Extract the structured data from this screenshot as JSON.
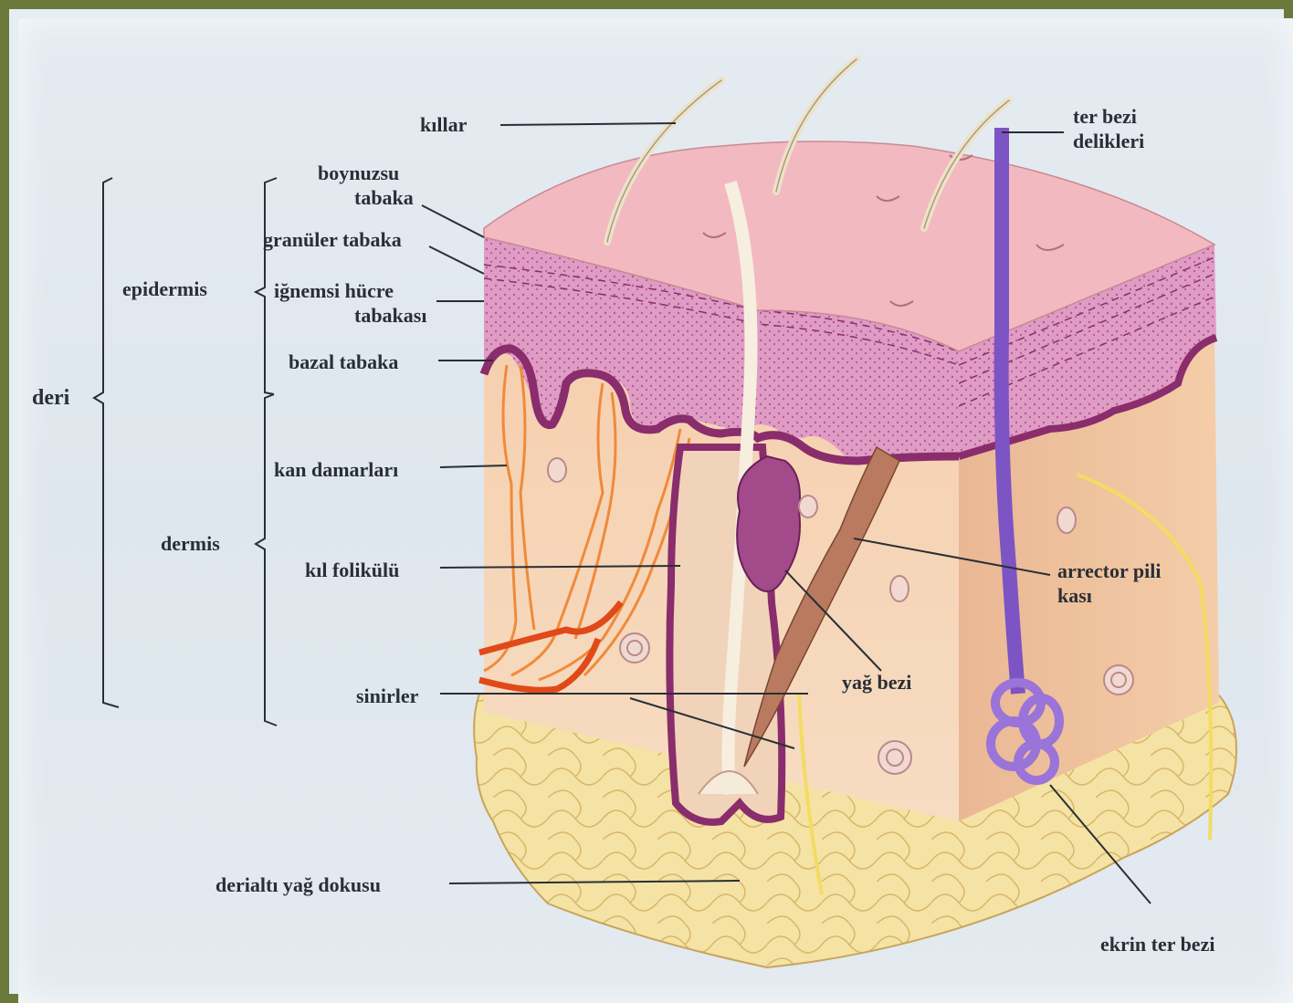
{
  "labels": {
    "killar": "kıllar",
    "ter_bezi_1": "ter bezi",
    "ter_bezi_2": "delikleri",
    "boynuzsu_1": "boynuzsu",
    "boynuzsu_2": "tabaka",
    "granuler": "granüler tabaka",
    "epidermis": "epidermis",
    "ignemsi_1": "iğnemsi hücre",
    "ignemsi_2": "tabakası",
    "bazal": "bazal tabaka",
    "deri": "deri",
    "kan_damarlari": "kan damarları",
    "dermis": "dermis",
    "kil_folikulu": "kıl folikülü",
    "arrector_1": "arrector pili",
    "arrector_2": "kası",
    "yag_bezi": "yağ bezi",
    "sinirler": "sinirler",
    "derialti": "derialtı yağ dokusu",
    "ekrin": "ekrin ter bezi"
  },
  "colors": {
    "frame": "#6b7a3a",
    "epidermis_top": "#f2b8c0",
    "epidermis_layer": "#d985b8",
    "dermis": "#f3d3b6",
    "fat": "#f3e2a0",
    "vessels": "#e8602a",
    "sweat_gland": "#8a5bd0",
    "muscle": "#b97a5f"
  }
}
